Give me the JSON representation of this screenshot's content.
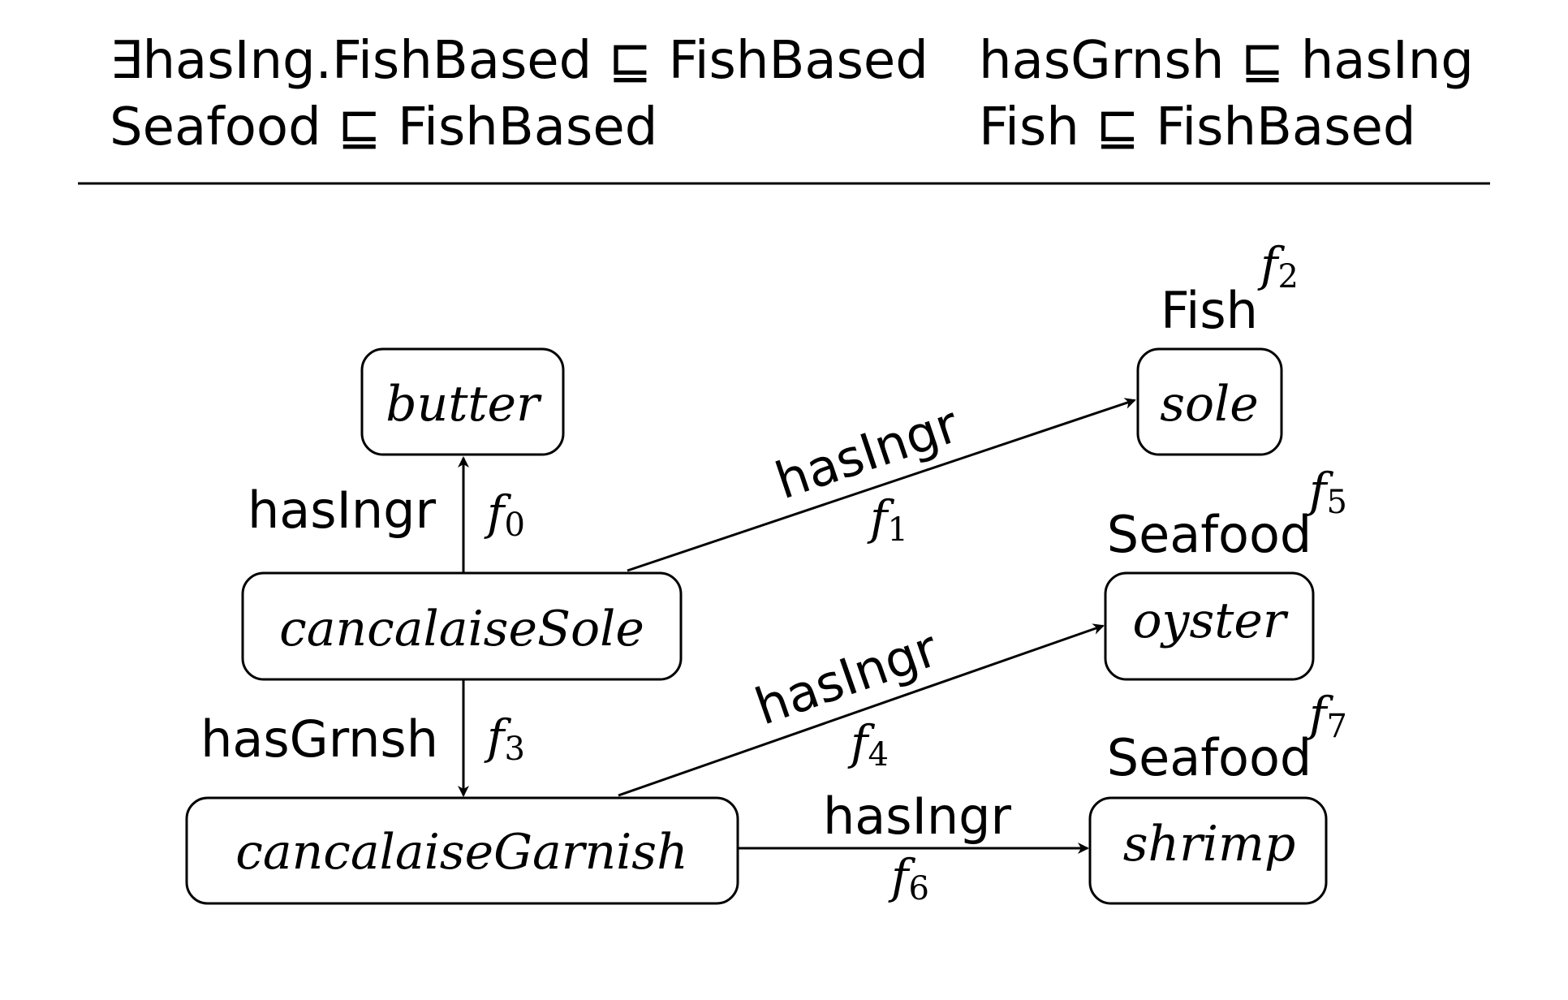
{
  "axioms": {
    "left": [
      "∃hasIng.FishBased ⊑ FishBased",
      "Seafood ⊑ FishBased"
    ],
    "right": [
      "hasGrnsh ⊑ hasIng",
      "Fish ⊑ FishBased"
    ]
  },
  "nodes": {
    "butter": "butter",
    "cancalaiseSole": "cancalaiseSole",
    "cancalaiseGarnish": "cancalaiseGarnish",
    "sole": "sole",
    "oyster": "oyster",
    "shrimp": "shrimp"
  },
  "concepts": {
    "sole": "Fish",
    "oyster": "Seafood",
    "shrimp": "Seafood"
  },
  "edges": {
    "e0": {
      "label": "hasIngr",
      "fact": "f",
      "sub": "0"
    },
    "e1": {
      "label": "hasIngr",
      "fact": "f",
      "sub": "1"
    },
    "e3": {
      "label": "hasGrnsh",
      "fact": "f",
      "sub": "3"
    },
    "e4": {
      "label": "hasIngr",
      "fact": "f",
      "sub": "4"
    },
    "e6": {
      "label": "hasIngr",
      "fact": "f",
      "sub": "6"
    }
  },
  "concept_facts": {
    "sole": {
      "fact": "f",
      "sub": "2"
    },
    "oyster": {
      "fact": "f",
      "sub": "5"
    },
    "shrimp": {
      "fact": "f",
      "sub": "7"
    }
  }
}
